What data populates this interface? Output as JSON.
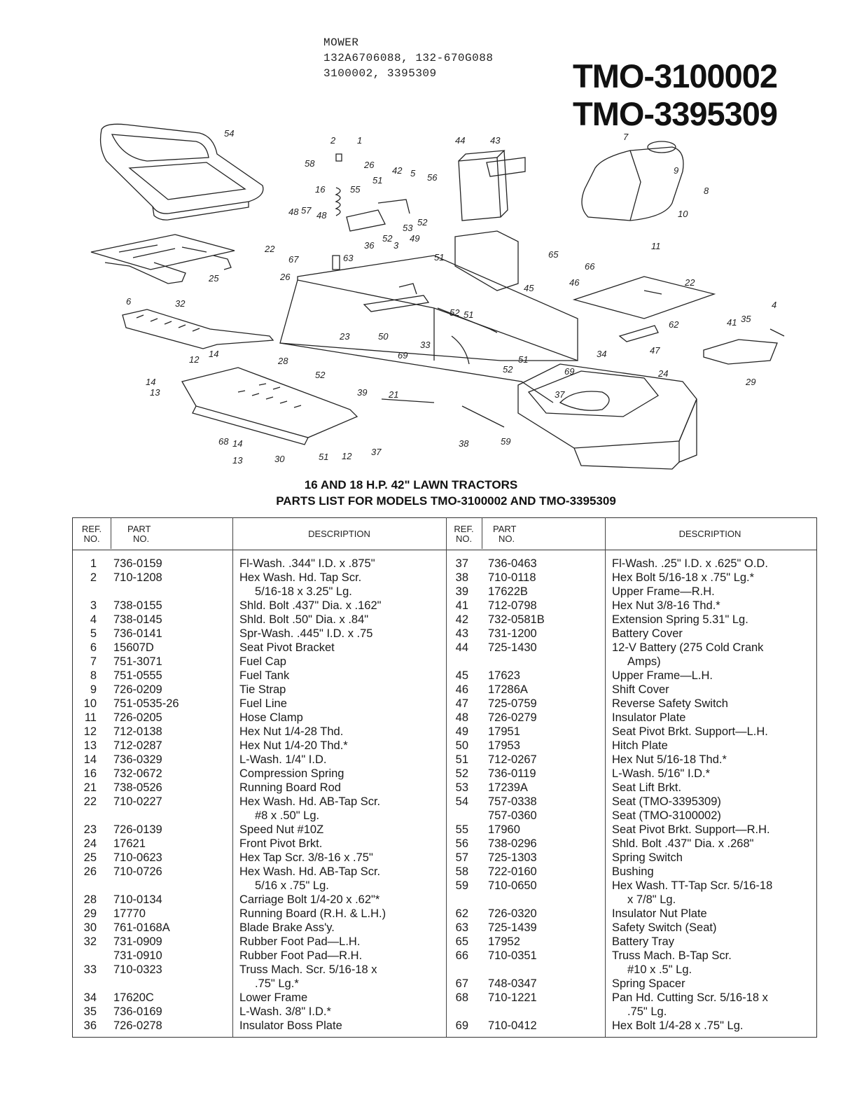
{
  "header": {
    "category": "MOWER",
    "numbers_line1": "132A6706088, 132-670G088",
    "numbers_line2": "3100002, 3395309",
    "model_title_1": "TMO-3100002",
    "model_title_2": "TMO-3395309"
  },
  "diagram": {
    "callouts": [
      "54",
      "6",
      "25",
      "32",
      "2",
      "1",
      "58",
      "26",
      "16",
      "55",
      "51",
      "42",
      "5",
      "56",
      "53",
      "48",
      "57",
      "48",
      "52",
      "22",
      "36",
      "52",
      "63",
      "3",
      "49",
      "67",
      "26",
      "51",
      "44",
      "43",
      "65",
      "7",
      "9",
      "8",
      "10",
      "11",
      "66",
      "46",
      "22",
      "45",
      "62",
      "47",
      "4",
      "41",
      "35",
      "29",
      "23",
      "50",
      "33",
      "52",
      "51",
      "12",
      "14",
      "28",
      "14",
      "13",
      "52",
      "69",
      "39",
      "21",
      "68",
      "14",
      "13",
      "30",
      "51",
      "12",
      "37",
      "38",
      "59",
      "52",
      "51",
      "69",
      "37",
      "34",
      "24"
    ]
  },
  "captions": {
    "line1": "16 AND 18 H.P. 42\" LAWN TRACTORS",
    "line2": "PARTS LIST FOR MODELS TMO-3100002 AND TMO-3395309"
  },
  "table_headers": {
    "ref_1": "REF.",
    "ref_2": "NO.",
    "part_1": "PART",
    "part_2": "NO.",
    "description": "DESCRIPTION"
  },
  "parts_left": [
    {
      "ref": "1",
      "part": "736-0159",
      "desc": "Fl-Wash. .344\" I.D. x .875\""
    },
    {
      "ref": "2",
      "part": "710-1208",
      "desc": "Hex Wash. Hd. Tap Scr.",
      "desc2": "5/16-18 x 3.25\" Lg."
    },
    {
      "ref": "3",
      "part": "738-0155",
      "desc": "Shld. Bolt .437\" Dia. x .162\""
    },
    {
      "ref": "4",
      "part": "738-0145",
      "desc": "Shld. Bolt .50\" Dia. x .84\""
    },
    {
      "ref": "5",
      "part": "736-0141",
      "desc": "Spr-Wash. .445\" I.D. x .75"
    },
    {
      "ref": "6",
      "part": "15607D",
      "desc": "Seat Pivot Bracket"
    },
    {
      "ref": "7",
      "part": "751-3071",
      "desc": "Fuel Cap"
    },
    {
      "ref": "8",
      "part": "751-0555",
      "desc": "Fuel Tank"
    },
    {
      "ref": "9",
      "part": "726-0209",
      "desc": "Tie Strap"
    },
    {
      "ref": "10",
      "part": "751-0535-26",
      "desc": "Fuel Line"
    },
    {
      "ref": "11",
      "part": "726-0205",
      "desc": "Hose Clamp"
    },
    {
      "ref": "12",
      "part": "712-0138",
      "desc": "Hex Nut 1/4-28 Thd."
    },
    {
      "ref": "13",
      "part": "712-0287",
      "desc": "Hex Nut 1/4-20 Thd.*"
    },
    {
      "ref": "14",
      "part": "736-0329",
      "desc": "L-Wash. 1/4\" I.D."
    },
    {
      "ref": "16",
      "part": "732-0672",
      "desc": "Compression Spring"
    },
    {
      "ref": "21",
      "part": "738-0526",
      "desc": "Running Board Rod"
    },
    {
      "ref": "22",
      "part": "710-0227",
      "desc": "Hex Wash. Hd. AB-Tap Scr.",
      "desc2": "#8 x .50\" Lg."
    },
    {
      "ref": "23",
      "part": "726-0139",
      "desc": "Speed Nut #10Z"
    },
    {
      "ref": "24",
      "part": "17621",
      "desc": "Front Pivot Brkt."
    },
    {
      "ref": "25",
      "part": "710-0623",
      "desc": "Hex Tap Scr. 3/8-16 x .75\""
    },
    {
      "ref": "26",
      "part": "710-0726",
      "desc": "Hex Wash. Hd. AB-Tap Scr.",
      "desc2": "5/16 x .75\" Lg."
    },
    {
      "ref": "28",
      "part": "710-0134",
      "desc": "Carriage Bolt 1/4-20 x .62\"*"
    },
    {
      "ref": "29",
      "part": "17770",
      "desc": "Running Board (R.H. & L.H.)"
    },
    {
      "ref": "30",
      "part": "761-0168A",
      "desc": "Blade Brake Ass'y."
    },
    {
      "ref": "32",
      "part": "731-0909",
      "desc": "Rubber Foot Pad—L.H."
    },
    {
      "ref": "",
      "part": "731-0910",
      "desc": "Rubber Foot Pad—R.H."
    },
    {
      "ref": "33",
      "part": "710-0323",
      "desc": "Truss Mach. Scr. 5/16-18 x",
      "desc2": ".75\" Lg.*"
    },
    {
      "ref": "34",
      "part": "17620C",
      "desc": "Lower Frame"
    },
    {
      "ref": "35",
      "part": "736-0169",
      "desc": "L-Wash. 3/8\" I.D.*"
    },
    {
      "ref": "36",
      "part": "726-0278",
      "desc": "Insulator Boss Plate"
    }
  ],
  "parts_right": [
    {
      "ref": "37",
      "part": "736-0463",
      "desc": "Fl-Wash. .25\" I.D. x .625\" O.D."
    },
    {
      "ref": "38",
      "part": "710-0118",
      "desc": "Hex Bolt 5/16-18 x .75\" Lg.*"
    },
    {
      "ref": "39",
      "part": "17622B",
      "desc": "Upper Frame—R.H."
    },
    {
      "ref": "41",
      "part": "712-0798",
      "desc": "Hex Nut 3/8-16 Thd.*"
    },
    {
      "ref": "42",
      "part": "732-0581B",
      "desc": "Extension Spring 5.31\" Lg."
    },
    {
      "ref": "43",
      "part": "731-1200",
      "desc": "Battery Cover"
    },
    {
      "ref": "44",
      "part": "725-1430",
      "desc": "12-V Battery (275 Cold Crank",
      "desc2": "Amps)"
    },
    {
      "ref": "45",
      "part": "17623",
      "desc": "Upper Frame—L.H."
    },
    {
      "ref": "46",
      "part": "17286A",
      "desc": "Shift Cover"
    },
    {
      "ref": "47",
      "part": "725-0759",
      "desc": "Reverse Safety Switch"
    },
    {
      "ref": "48",
      "part": "726-0279",
      "desc": "Insulator Plate"
    },
    {
      "ref": "49",
      "part": "17951",
      "desc": "Seat Pivot Brkt. Support—L.H."
    },
    {
      "ref": "50",
      "part": "17953",
      "desc": "Hitch Plate"
    },
    {
      "ref": "51",
      "part": "712-0267",
      "desc": "Hex Nut 5/16-18 Thd.*"
    },
    {
      "ref": "52",
      "part": "736-0119",
      "desc": "L-Wash. 5/16\" I.D.*"
    },
    {
      "ref": "53",
      "part": "17239A",
      "desc": "Seat Lift Brkt."
    },
    {
      "ref": "54",
      "part": "757-0338",
      "desc": "Seat (TMO-3395309)"
    },
    {
      "ref": "",
      "part": "757-0360",
      "desc": "Seat (TMO-3100002)"
    },
    {
      "ref": "55",
      "part": "17960",
      "desc": "Seat Pivot Brkt. Support—R.H."
    },
    {
      "ref": "56",
      "part": "738-0296",
      "desc": "Shld. Bolt .437\" Dia. x .268\""
    },
    {
      "ref": "57",
      "part": "725-1303",
      "desc": "Spring Switch"
    },
    {
      "ref": "58",
      "part": "722-0160",
      "desc": "Bushing"
    },
    {
      "ref": "59",
      "part": "710-0650",
      "desc": "Hex Wash. TT-Tap Scr. 5/16-18",
      "desc2": "x 7/8\" Lg."
    },
    {
      "ref": "62",
      "part": "726-0320",
      "desc": "Insulator Nut Plate"
    },
    {
      "ref": "63",
      "part": "725-1439",
      "desc": "Safety Switch (Seat)"
    },
    {
      "ref": "65",
      "part": "17952",
      "desc": "Battery Tray"
    },
    {
      "ref": "66",
      "part": "710-0351",
      "desc": "Truss Mach. B-Tap Scr.",
      "desc2": "#10 x .5\" Lg."
    },
    {
      "ref": "67",
      "part": "748-0347",
      "desc": "Spring Spacer"
    },
    {
      "ref": "68",
      "part": "710-1221",
      "desc": "Pan Hd. Cutting Scr. 5/16-18 x",
      "desc2": ".75\" Lg."
    },
    {
      "ref": "69",
      "part": "710-0412",
      "desc": "Hex Bolt 1/4-28 x .75\" Lg."
    }
  ]
}
